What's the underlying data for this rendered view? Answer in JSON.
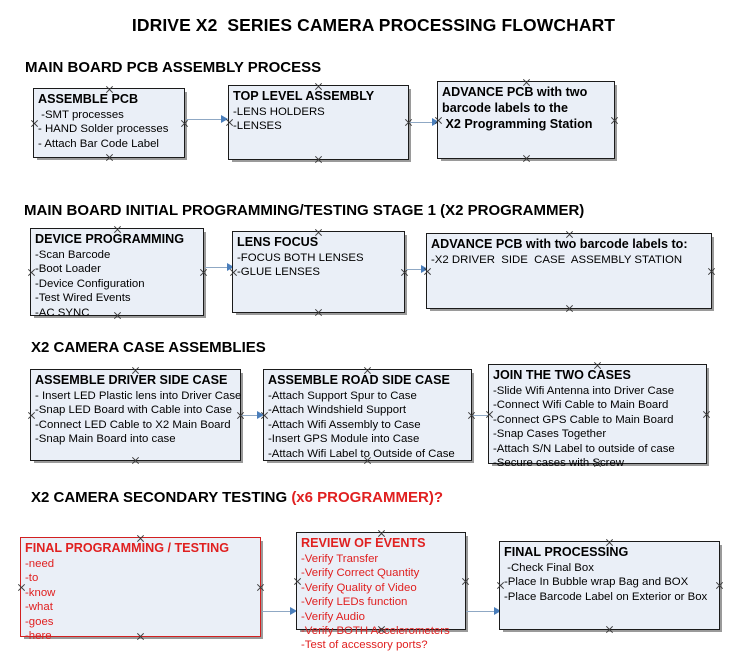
{
  "document": {
    "title": "IDRIVE X2  SERIES CAMERA PROCESSING FLOWCHART",
    "accent_color": "#e02020",
    "box_fill": "#eaeff7",
    "box_border": "#1b1b1b",
    "arrow_color": "#4a7ebb"
  },
  "sections": [
    {
      "id": "main-board-pcb-assembly-process",
      "title": "MAIN BOARD PCB ASSEMBLY PROCESS",
      "title_accent": "",
      "boxes": [
        {
          "id": "assemble-pcb",
          "title": "ASSEMBLE PCB",
          "lines": [
            " -SMT processes",
            "- HAND Solder processes",
            "- Attach Bar Code Label"
          ]
        },
        {
          "id": "top-level-assembly",
          "title": "TOP LEVEL ASSEMBLY",
          "lines": [
            "-LENS HOLDERS",
            "-LENSES"
          ]
        },
        {
          "id": "advance-pcb-to-programming-station",
          "title": "ADVANCE PCB with two",
          "lines": [
            "barcode labels to the",
            " X2 Programming Station"
          ]
        }
      ]
    },
    {
      "id": "main-board-initial-programming-testing-stage-1",
      "title": "MAIN BOARD INITIAL PROGRAMMING/TESTING STAGE 1 (X2 PROGRAMMER)",
      "title_accent": "",
      "boxes": [
        {
          "id": "device-programming",
          "title": "DEVICE PROGRAMMING",
          "lines": [
            "-Scan Barcode",
            "-Boot Loader",
            "-Device Configuration",
            "-Test Wired Events",
            "-AC SYNC"
          ]
        },
        {
          "id": "lens-focus",
          "title": "LENS FOCUS",
          "lines": [
            "-FOCUS BOTH LENSES",
            "-GLUE LENSES"
          ]
        },
        {
          "id": "advance-pcb-to-driver-side-case-assembly",
          "title": "ADVANCE PCB with two barcode labels to:",
          "lines": [
            "-X2 DRIVER  SIDE  CASE  ASSEMBLY STATION"
          ]
        }
      ]
    },
    {
      "id": "x2-camera-case-assemblies",
      "title": "X2 CAMERA CASE ASSEMBLIES",
      "title_accent": "",
      "boxes": [
        {
          "id": "assemble-driver-side-case",
          "title": "ASSEMBLE DRIVER SIDE CASE",
          "lines": [
            "- Insert LED Plastic lens into Driver Case",
            "-Snap LED Board with Cable into Case",
            "-Connect LED Cable to X2 Main Board",
            "-Snap Main Board into case"
          ]
        },
        {
          "id": "assemble-road-side-case",
          "title": "ASSEMBLE ROAD SIDE CASE",
          "lines": [
            "-Attach Support Spur to Case",
            "-Attach Windshield Support",
            "-Attach Wifi Assembly to Case",
            "-Insert GPS Module into Case",
            "-Attach Wifi Label to Outside of Case"
          ]
        },
        {
          "id": "join-the-two-cases",
          "title": "JOIN THE TWO CASES",
          "lines": [
            "-Slide Wifi Antenna into Driver Case",
            "-Connect Wifi Cable to Main Board",
            "-Connect GPS Cable to Main Board",
            "-Snap Cases Together",
            "-Attach S/N Label to outside of case",
            "-Secure cases with Screw"
          ]
        }
      ]
    },
    {
      "id": "x2-camera-secondary-testing",
      "title": "X2 CAMERA SECONDARY TESTING ",
      "title_accent": "(x6 PROGRAMMER)?",
      "boxes": [
        {
          "id": "final-programming-testing",
          "title": "FINAL PROGRAMMING / TESTING",
          "lines": [
            "-need",
            "-to",
            "-know",
            "-what",
            "-goes",
            "-here"
          ]
        },
        {
          "id": "review-of-events",
          "title": "REVIEW OF EVENTS",
          "lines": [
            "-Verify Transfer",
            "-Verify Correct Quantity",
            "-Verify Quality of Video",
            "-Verify LEDs function",
            "-Verify Audio",
            "-Verify BOTH Accelerometers",
            "-Test of accessory ports?"
          ]
        },
        {
          "id": "final-processing",
          "title": "FINAL PROCESSING",
          "lines": [
            " -Check Final Box",
            "-Place In Bubble wrap Bag and BOX",
            "-Place Barcode Label on Exterior or Box"
          ]
        }
      ]
    }
  ]
}
